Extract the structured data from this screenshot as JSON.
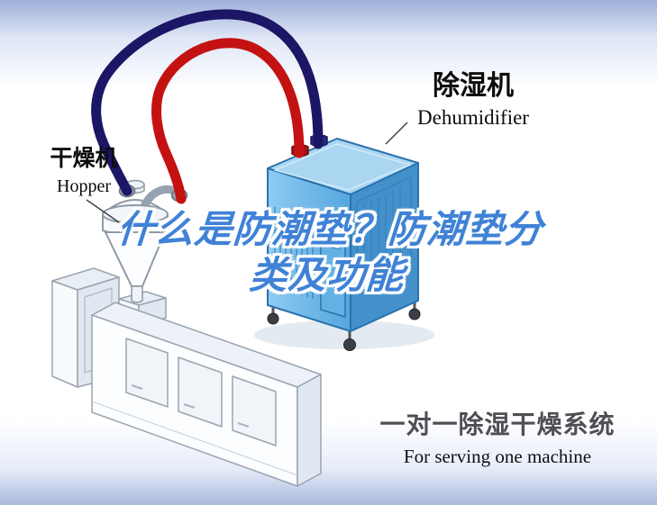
{
  "title": {
    "line1": "什么是防潮垫？防潮垫分",
    "line2": "类及功能",
    "color": "#3f82d6"
  },
  "labels": {
    "dryer": {
      "cn": "干燥机",
      "en": "Hopper"
    },
    "dehumidifier": {
      "cn": "除湿机",
      "en": "Dehumidifier"
    }
  },
  "caption": {
    "cn": "一对一除湿干燥系统",
    "en": "For serving one machine"
  },
  "colors": {
    "pipe_red": "#c41212",
    "pipe_navy": "#1c1666",
    "dehumidifier_top": "#aad6f2",
    "dehumidifier_side": "#4390cb",
    "dehumidifier_outline": "#2a72ad",
    "machine_line": "#9aa4b0",
    "background_band": "#b9c9ea",
    "caption_cn_color": "#4e4e54"
  }
}
